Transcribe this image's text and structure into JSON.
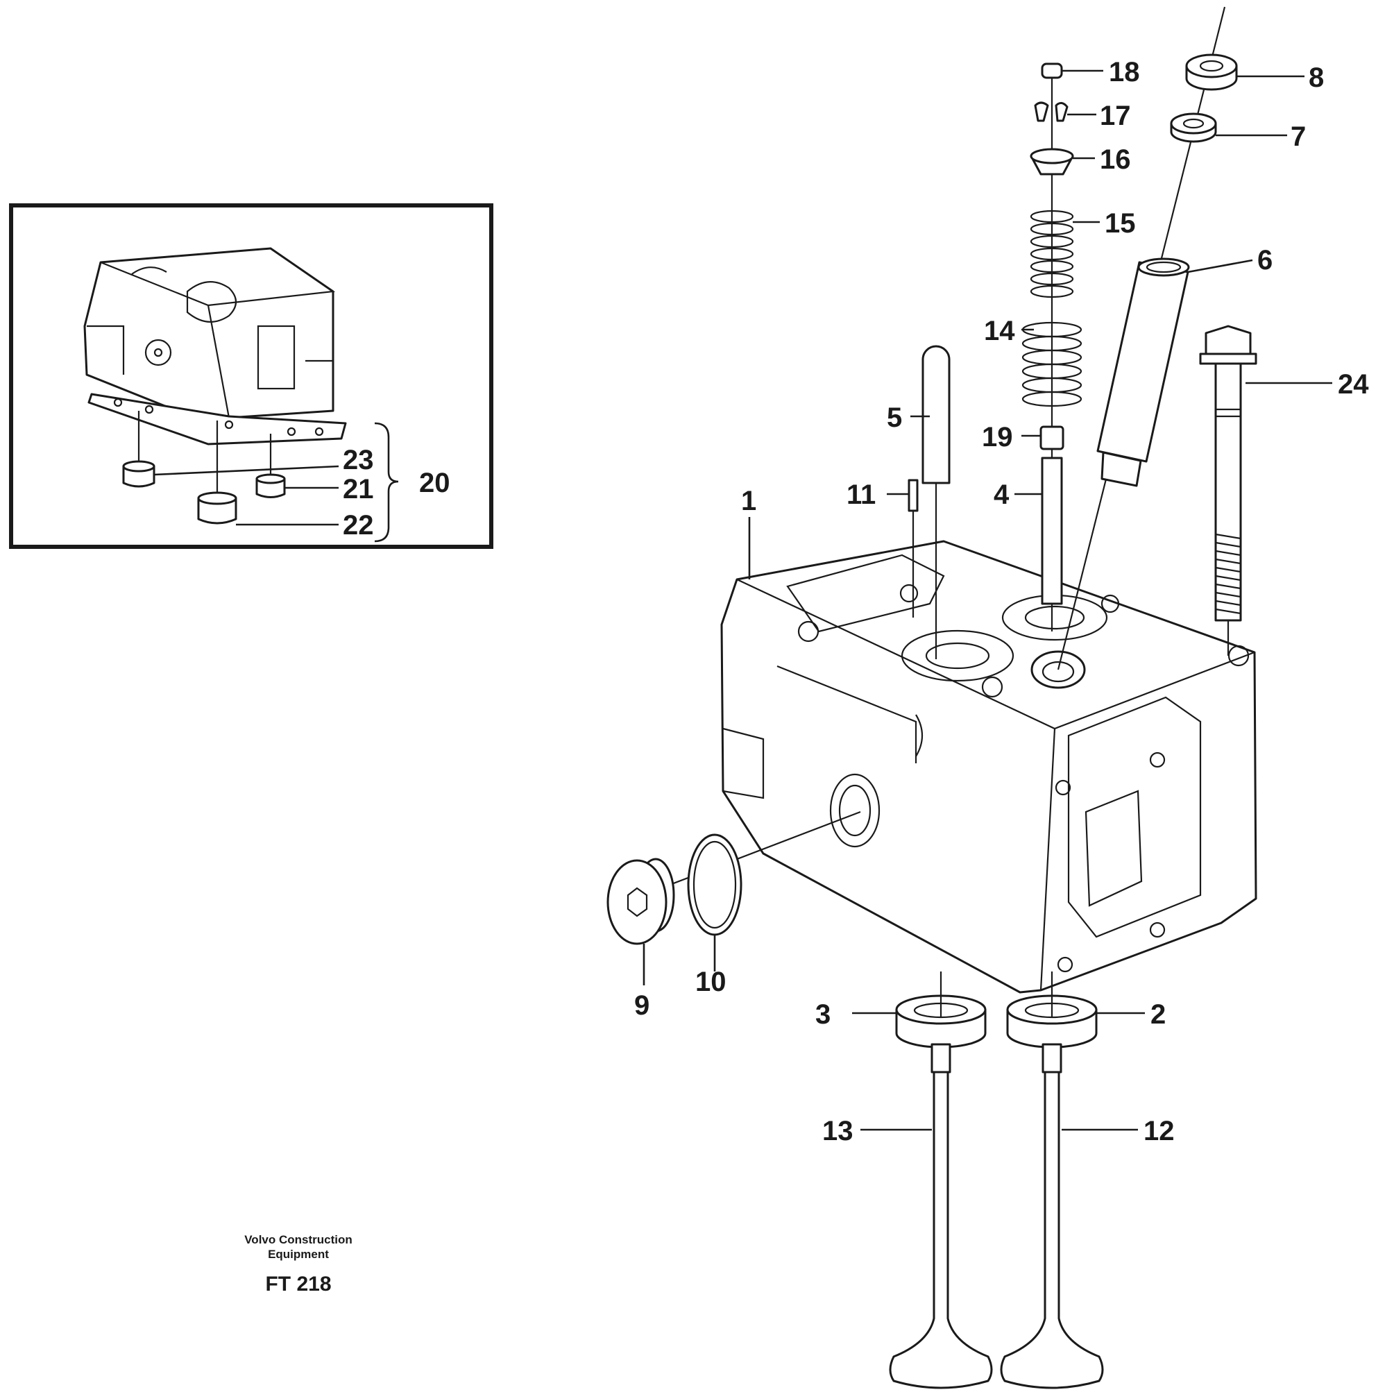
{
  "callouts": {
    "c1": "1",
    "c2": "2",
    "c3": "3",
    "c4": "4",
    "c5": "5",
    "c6": "6",
    "c7": "7",
    "c8": "8",
    "c9": "9",
    "c10": "10",
    "c11": "11",
    "c12": "12",
    "c13": "13",
    "c14": "14",
    "c15": "15",
    "c16": "16",
    "c17": "17",
    "c18": "18",
    "c19": "19",
    "c20": "20",
    "c21": "21",
    "c22": "22",
    "c23": "23",
    "c24": "24"
  },
  "footer": {
    "brand_line1": "Volvo Construction",
    "brand_line2": "Equipment",
    "figure_code": "FT 218"
  }
}
